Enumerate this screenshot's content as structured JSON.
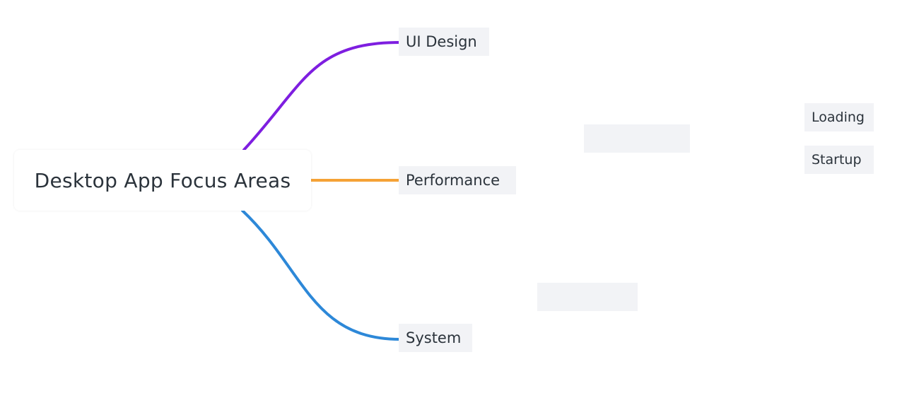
{
  "mindmap": {
    "root": {
      "label": "Desktop App Focus Areas"
    },
    "branches": [
      {
        "label": "UI Design",
        "color": "#7e1ee0"
      },
      {
        "label": "Performance",
        "color": "#f5a236"
      },
      {
        "label": "System",
        "color": "#2d88d8"
      }
    ],
    "hidden_nodes": [
      {
        "label": ""
      },
      {
        "label": ""
      }
    ],
    "leaves": [
      {
        "label": "Loading"
      },
      {
        "label": "Startup"
      }
    ]
  }
}
